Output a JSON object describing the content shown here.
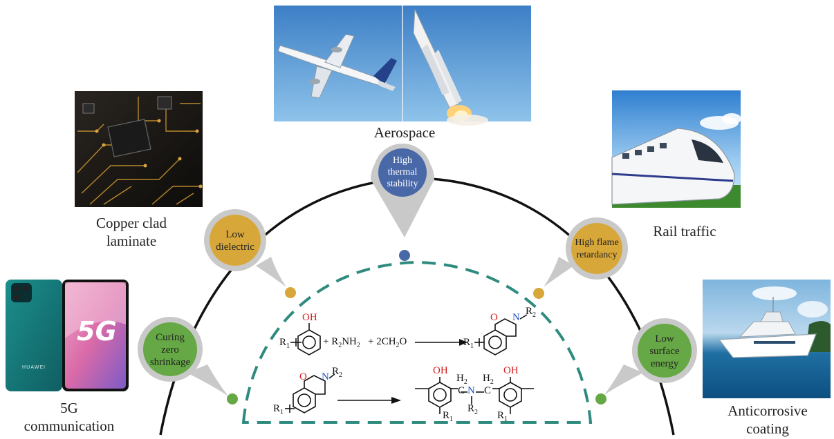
{
  "applications": {
    "aerospace": "Aerospace",
    "copper": "Copper clad\nlaminate",
    "rail": "Rail traffic",
    "fiveg": "5G\ncommunication",
    "coating": "Anticorrosive\ncoating"
  },
  "properties": {
    "thermal": "High\nthermal\nstability",
    "dielectric": "Low\ndielectric",
    "flame": "High flame\nretardancy",
    "shrinkage": "Curing\nzero\nshrinkage",
    "surface": "Low\nsurface\nenergy"
  },
  "photo_text": {
    "fiveg_badge": "5G",
    "phone_brand": "HUAWEI"
  },
  "chemistry": {
    "oh": "OH",
    "o": "O",
    "n": "N",
    "r1": "R",
    "r1_sub": "1",
    "r2": "R",
    "r2_sub": "2",
    "h2": "H",
    "h2_sub": "2",
    "plus_amine": "+ R",
    "amine_sub": "2",
    "amine_tail": "NH",
    "amine_h_sub": "2",
    "plus_formaldehyde": "+ 2CH",
    "formaldehyde_sub": "2",
    "formaldehyde_tail": "O",
    "c": "C"
  },
  "colors": {
    "thermal": "#4868a8",
    "dielectric": "#d8a73a",
    "flame": "#d8a73a",
    "shrinkage": "#66a845",
    "surface": "#66a845",
    "pin": "#c9c9c9",
    "dashed_arc": "#2e8b7e",
    "oxygen": "#d42020",
    "nitrogen": "#2255bb"
  }
}
